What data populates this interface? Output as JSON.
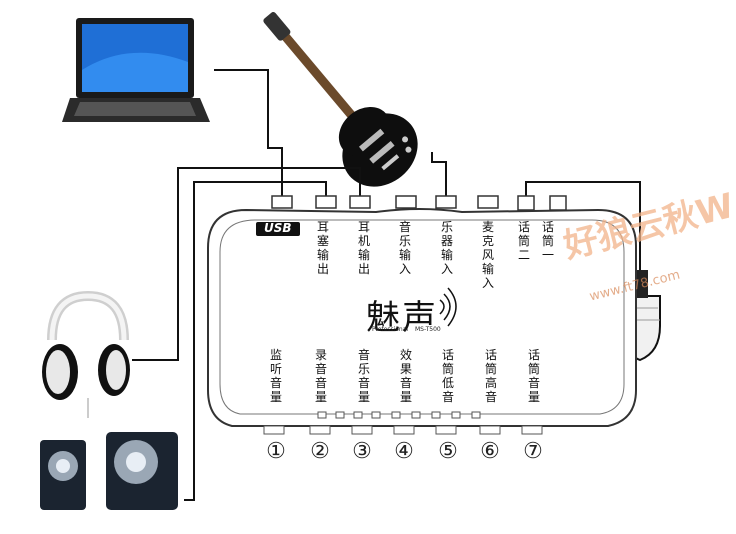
{
  "device": {
    "brand_name": "魅声",
    "brand_sub": "Professional",
    "model": "MS-T500",
    "usb_label": "USB"
  },
  "top_ports": [
    "耳塞输出",
    "耳机输出",
    "音乐输入",
    "乐器输入",
    "麦克风输入",
    "话筒二",
    "话筒一"
  ],
  "bottom_knobs": [
    "监听音量",
    "录音音量",
    "音乐音量",
    "效果音量",
    "话筒低音",
    "话筒高音",
    "话筒音量"
  ],
  "knob_numbers": [
    "①",
    "②",
    "③",
    "④",
    "⑤",
    "⑥",
    "⑦"
  ],
  "watermark": {
    "text": "好狼云秋W",
    "url": "www.ft78.com"
  },
  "colors": {
    "line": "#111111",
    "device_outline": "#333333",
    "watermark": "#f2b48a"
  }
}
